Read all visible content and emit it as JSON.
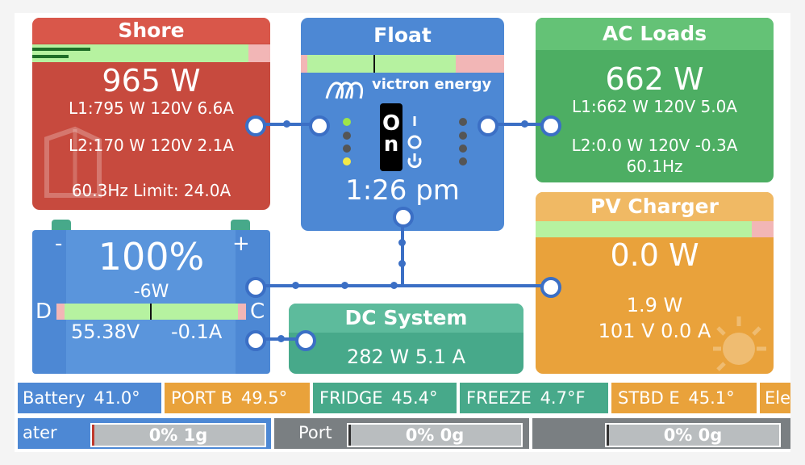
{
  "colors": {
    "shore": "#c74a3e",
    "shore_header": "#d9574a",
    "blue": "#4d88d4",
    "green": "#4dae63",
    "green_header": "#64c276",
    "orange": "#e9a23b",
    "orange_header": "#f0b964",
    "teal": "#47a98a",
    "teal_header": "#5dbb9c",
    "link": "#3b6fc5"
  },
  "shore": {
    "title": "Shore",
    "power": "965 W",
    "l1": "L1:795 W 120V 6.6A",
    "l2": "L2:170 W 120V 2.1A",
    "footer": "60.3Hz Limit: 24.0A"
  },
  "inverter": {
    "state": "Float",
    "brand": "victron energy",
    "switch_on": "O",
    "switch_n": "n",
    "time": "1:26 pm",
    "switch_level": 0.3
  },
  "ac_loads": {
    "title": "AC Loads",
    "power": "662 W",
    "l1": "L1:662 W 120V 5.0A",
    "l2": "L2:0.0 W 120V -0.3A",
    "freq": "60.1Hz"
  },
  "battery": {
    "soc": "100%",
    "power": "-6W",
    "voltage": "55.38V",
    "current": "-0.1A",
    "minus": "-",
    "plus": "+",
    "left_label": "D",
    "right_label": "C"
  },
  "pv": {
    "title": "PV Charger",
    "power": "0.0 W",
    "power2": "1.9 W",
    "line": "101 V 0.0 A"
  },
  "dc": {
    "title": "DC System",
    "line": "282 W 5.1 A"
  },
  "temps": [
    {
      "label": "Battery",
      "value": "41.0°",
      "color": "#4d88d4"
    },
    {
      "label": "PORT B",
      "value": "49.5°",
      "color": "#e9a23b"
    },
    {
      "label": "FRIDGE",
      "value": "45.4°",
      "color": "#47a98a"
    },
    {
      "label": "FREEZE",
      "value": "4.7°F",
      "color": "#47a98a"
    },
    {
      "label": "STBD E",
      "value": "45.1°",
      "color": "#e9a23b"
    },
    {
      "label": "Ele",
      "value": "",
      "color": "#e9a23b"
    }
  ],
  "tanks": [
    {
      "label": "ater",
      "value": "0% 1g",
      "color": "#4d88d4",
      "level": 0
    },
    {
      "label": "Port",
      "value": "0% 0g",
      "color": "#7a7f82",
      "level": 0
    },
    {
      "label": "",
      "value": "0% 0g",
      "color": "#7a7f82",
      "level": 0
    }
  ]
}
